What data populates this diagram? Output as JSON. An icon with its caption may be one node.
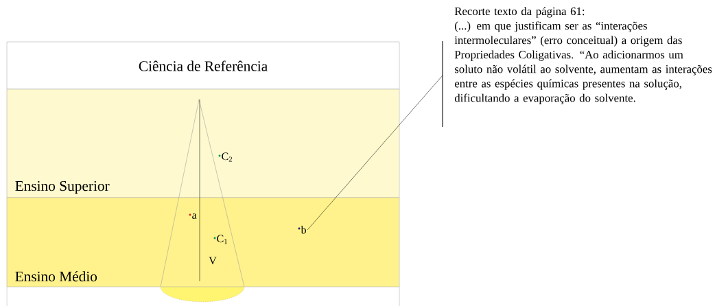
{
  "diagram": {
    "nodes": [
      {
        "text": [
          "Ciência de Referência"
        ]
      },
      {
        "text": [
          "Ensino Superior"
        ]
      },
      {
        "text": [
          "Ensino Médio"
        ]
      },
      {
        "text": [
          "Recorte texto da página 61:",
          "(...) em que justificam ser as “interações intermoleculares” (erro conceitual) a origem das Propriedades Coligativas. “Ao adicionarmos um soluto não volátil ao solvente, aumentam as interações entre as espécies químicas presentes na solução, dificultando a evaporação do solvente."
        ]
      },
      {
        "text": [
          "b"
        ],
        "in": 2
      }
    ],
    "edges": [
      {
        "from": 3,
        "to": 4,
        "arrow": "none"
      }
    ],
    "labels": [
      "C$_{2}$",
      "a",
      "C$_{1}$",
      "V"
    ]
  }
}
